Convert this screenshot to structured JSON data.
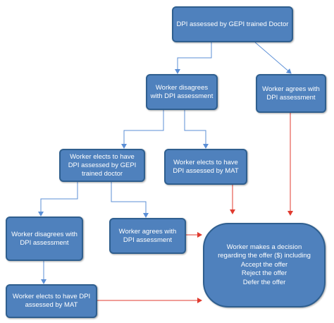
{
  "colors": {
    "node_fill": "#4f81bd",
    "node_border": "#2f5f8f",
    "blue_arrow": "#5b8fd6",
    "red_arrow": "#e03b2f"
  },
  "nodes": {
    "dpi_gepi": "DPI assessed by GEPI trained Doctor",
    "disagrees_1": "Worker disagrees with DPI assessment",
    "agrees_1": "Worker agrees with DPI assessment",
    "elects_gepi": "Worker elects to have DPI assessed by GEPI trained doctor",
    "elects_mat_1": "Worker elects to have DPI assessed by MAT",
    "disagrees_2": "Worker disagrees with DPI assessment",
    "agrees_2": "Worker agrees with DPI assessment",
    "elects_mat_2": "Worker elects to have DPI assessed by MAT",
    "decision": {
      "line1": "Worker makes a decision regarding the offer ($) including",
      "line2": "Accept the offer",
      "line3": "Reject the offer",
      "line4": "Defer the offer"
    }
  }
}
